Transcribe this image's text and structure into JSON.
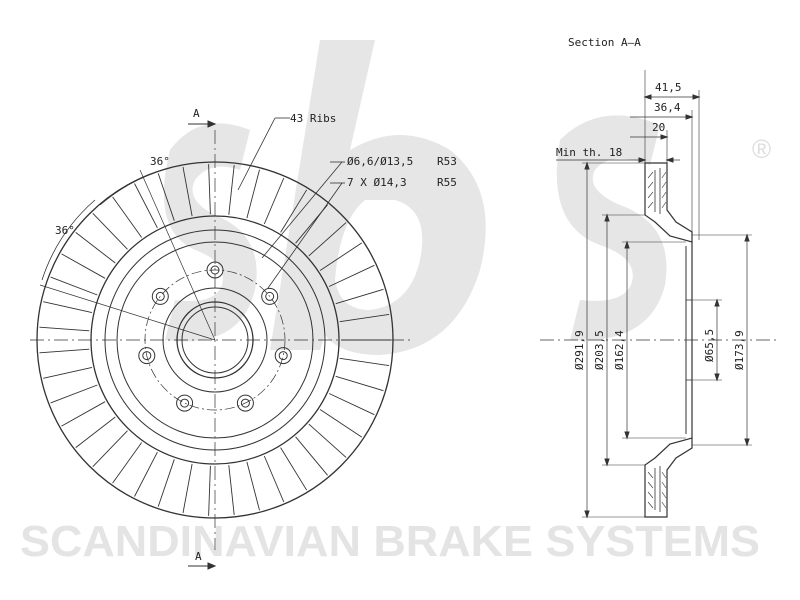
{
  "brand": {
    "logo_text": "sbs",
    "watermark_text": "SCANDINAVIAN BRAKE SYSTEMS",
    "registered_mark": "®"
  },
  "front_view": {
    "section_marker_top": "A",
    "section_marker_bottom": "A",
    "ribs_label": "43 Ribs",
    "angle_top": "36°",
    "angle_left": "36°",
    "hole_spec_1": "Ø6,6/Ø13,5",
    "hole_spec_1_radius": "R53",
    "hole_spec_2": "7 X Ø14,3",
    "hole_spec_2_radius": "R55",
    "rib_count": 43,
    "bolt_hole_count": 7
  },
  "section_view": {
    "title": "Section A–A",
    "min_thickness": "Min th. 18",
    "dimensions": {
      "width_total": "41,5",
      "width_hat": "36,4",
      "width_disc": "20",
      "dia_outer": "Ø291,9",
      "dia_friction_inner": "Ø203,5",
      "dia_hat": "Ø162,4",
      "dia_center_bore": "Ø65,5",
      "dia_mount": "Ø173,9"
    }
  },
  "colors": {
    "line": "#333333",
    "watermark": "#e4e4e4",
    "background": "#ffffff"
  }
}
